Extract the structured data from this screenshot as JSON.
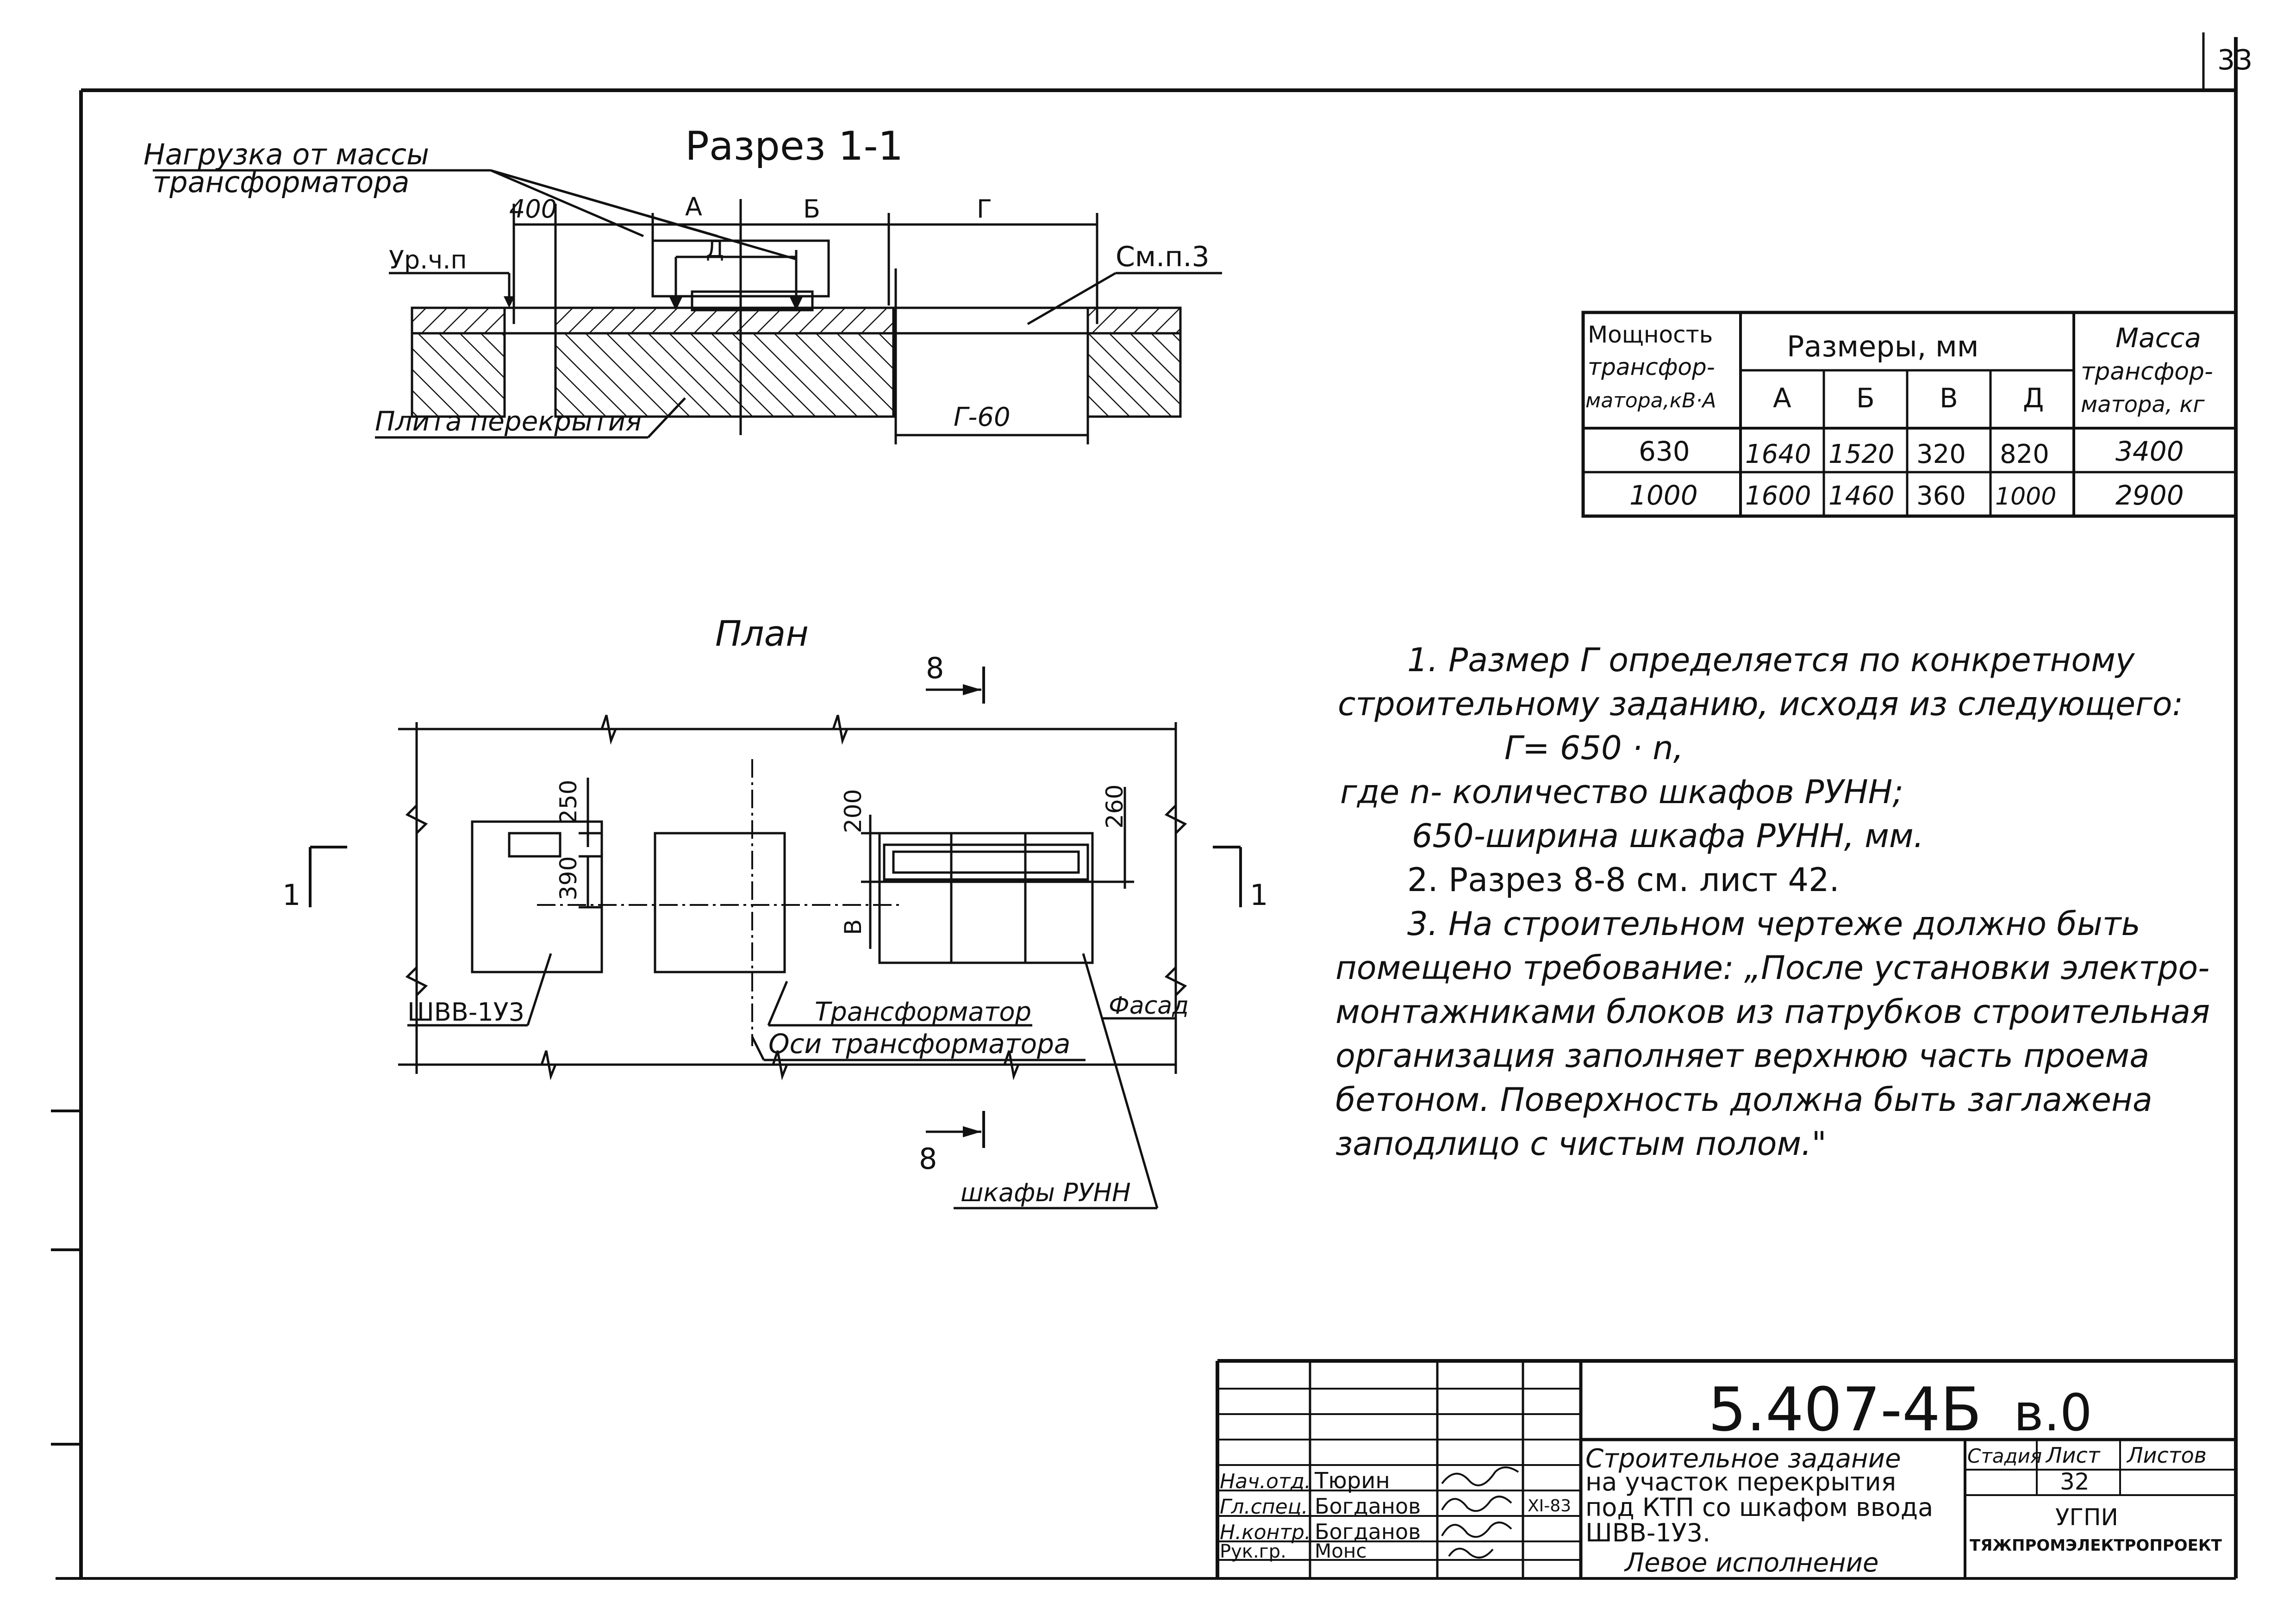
{
  "page_number": "33",
  "section": {
    "title": "Разрез 1-1",
    "load_label_line1": "Нагрузка от массы",
    "load_label_line2": "трансформатора",
    "dim_400": "400",
    "dim_a": "А",
    "dim_b": "Б",
    "dim_g": "Г",
    "dim_d": "Д",
    "dim_g60": "Г-60",
    "floor_level": "Ур.ч.п",
    "see_note": "См.п.3",
    "slab_label": "Плита перекрытия"
  },
  "plan": {
    "title": "План",
    "cut_8": "8",
    "cut_1": "1",
    "dim_250": "250",
    "dim_390": "390",
    "dim_200": "200",
    "dim_260": "260",
    "dim_v": "В",
    "label_shvv": "ШВВ-1У3",
    "label_transformer": "Трансформатор",
    "label_axes": "Оси трансформатора",
    "label_facade": "Фасад",
    "label_cabinets": "шкафы РУНН"
  },
  "table": {
    "col_power_l1": "Мощность",
    "col_power_l2": "трансфор-",
    "col_power_l3": "матора,кВ·А",
    "col_sizes": "Размеры, мм",
    "col_a": "А",
    "col_b": "Б",
    "col_v": "В",
    "col_d": "Д",
    "col_mass_l1": "Масса",
    "col_mass_l2": "трансфор-",
    "col_mass_l3": "матора, кг",
    "rows": [
      {
        "power": "630",
        "a": "1640",
        "b": "1520",
        "v": "320",
        "d": "820",
        "mass": "3400"
      },
      {
        "power": "1000",
        "a": "1600",
        "b": "1460",
        "v": "360",
        "d": "1000",
        "mass": "2900"
      }
    ]
  },
  "notes": {
    "n1_l1": "1. Размер Г определяется по конкретному",
    "n1_l2": "строительному заданию, исходя из следующего:",
    "n1_formula": "Г= 650 · n,",
    "n1_l3": "где  n- количество шкафов РУНН;",
    "n1_l4": "650-ширина шкафа РУНН, мм.",
    "n2": "2. Разрез 8-8  см. лист 42.",
    "n3_l1": "3. На строительном чертеже должно быть",
    "n3_l2": "помещено требование: „После установки электро-",
    "n3_l3": "монтажниками блоков из патрубков строительная",
    "n3_l4": "организация заполняет верхнюю часть проема",
    "n3_l5": "бетоном. Поверхность должна быть заглажена",
    "n3_l6": "заподлицо с чистым полом.\""
  },
  "stamp": {
    "doc_code": "5.407-4Б",
    "issue": "в.0",
    "title_l1": "Строительное задание",
    "title_l2": "на участок перекрытия",
    "title_l3": "под КТП со шкафом ввода",
    "title_l4": "ШВВ-1У3.",
    "title_l5": "Левое исполнение",
    "col_stage": "Стадия",
    "col_sheet": "Лист",
    "col_sheets": "Листов",
    "sheet_value": "32",
    "org_l1": "УГПИ",
    "org_l2": "ТЯЖПРОМЭЛЕКТРОПРОЕКТ",
    "role1": "Нач.отд.",
    "role2": "Гл.спец.",
    "role3": "Н.контр.",
    "role4": "Рук.гр.",
    "name1": "Тюрин",
    "name2": "Богданов",
    "name3": "Богданов",
    "name4": "Монс",
    "date2": "XI-83"
  }
}
